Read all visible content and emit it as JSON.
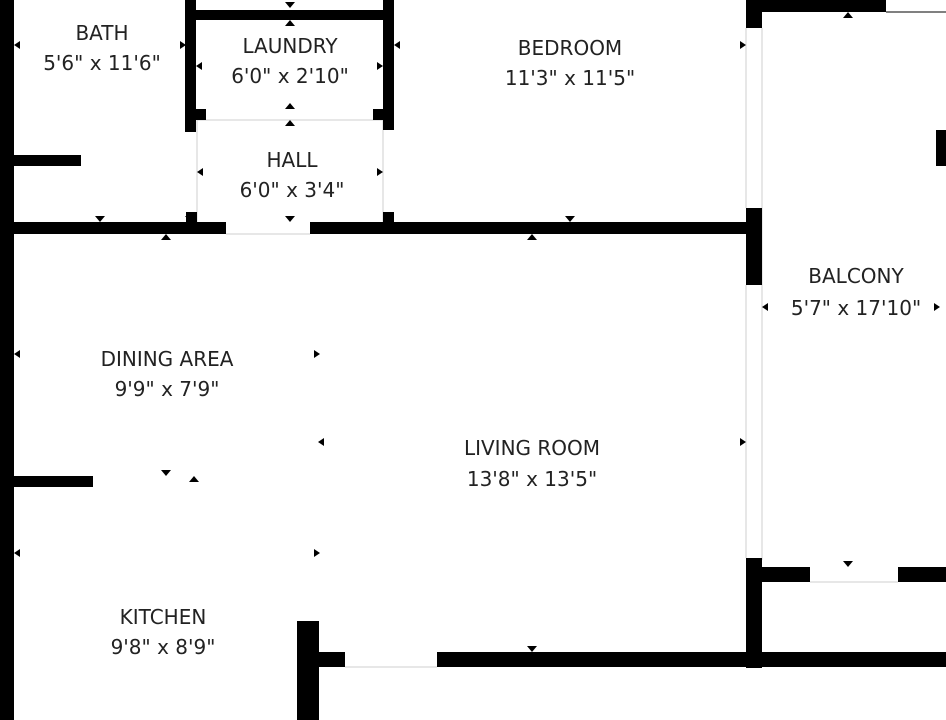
{
  "colors": {
    "wall": "#000000",
    "background": "#ffffff",
    "text": "#222222"
  },
  "rooms": {
    "bath": {
      "name": "BATH",
      "dims": "5'6\" x 11'6\""
    },
    "laundry": {
      "name": "LAUNDRY",
      "dims": "6'0\" x 2'10\""
    },
    "bedroom": {
      "name": "BEDROOM",
      "dims": "11'3\" x 11'5\""
    },
    "hall": {
      "name": "HALL",
      "dims": "6'0\" x 3'4\""
    },
    "balcony": {
      "name": "BALCONY",
      "dims": "5'7\" x 17'10\""
    },
    "dining_area": {
      "name": "DINING AREA",
      "dims": "9'9\" x 7'9\""
    },
    "living_room": {
      "name": "LIVING ROOM",
      "dims": "13'8\" x 13'5\""
    },
    "kitchen": {
      "name": "KITCHEN",
      "dims": "9'8\" x 8'9\""
    }
  }
}
